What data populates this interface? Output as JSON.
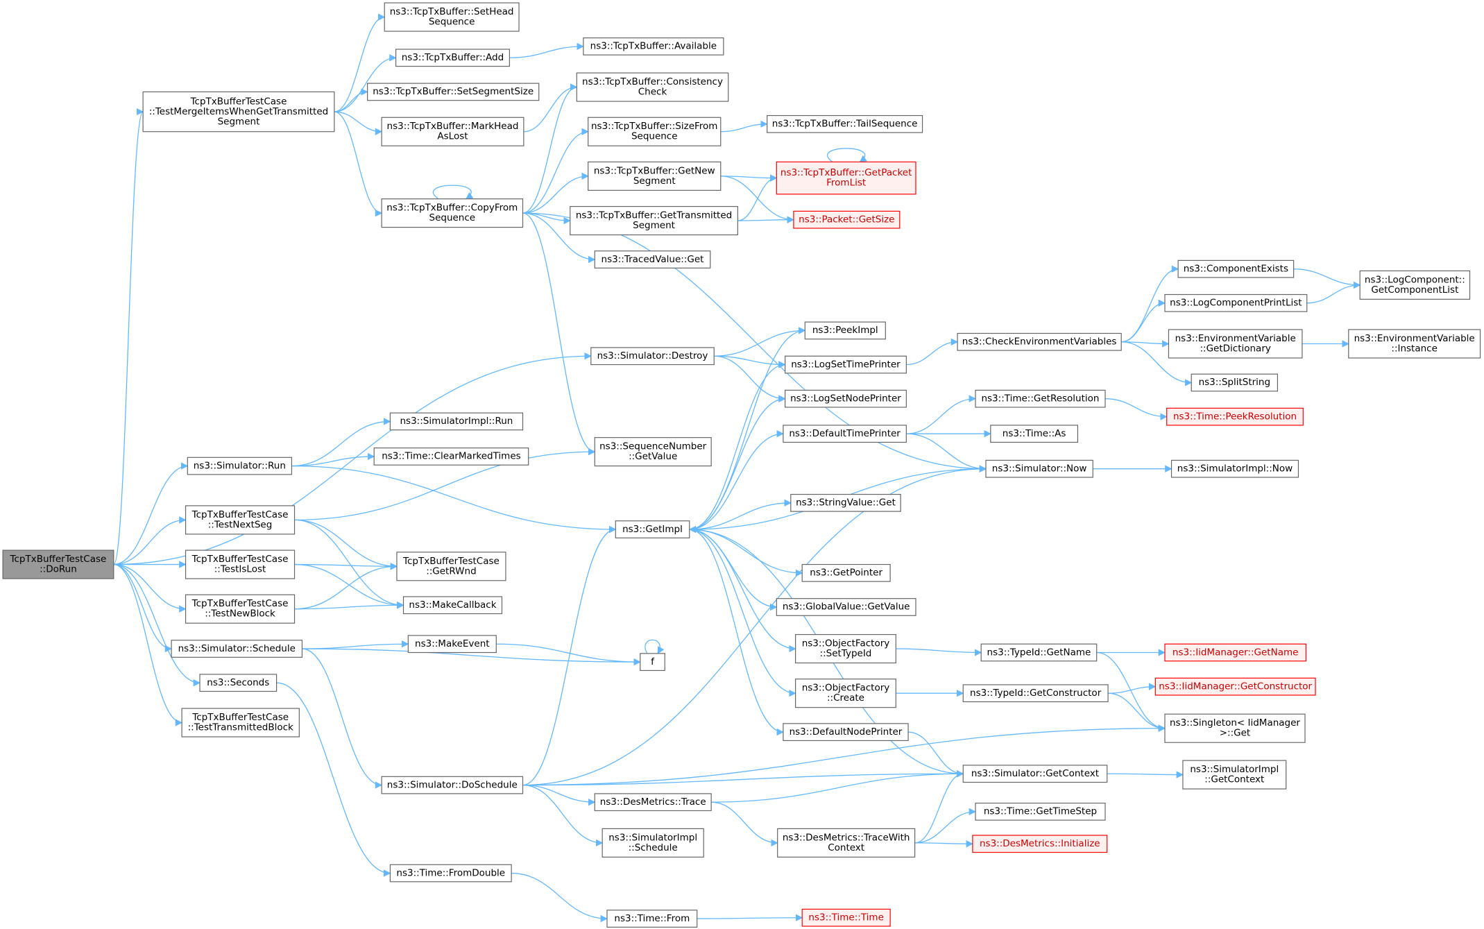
{
  "colors": {
    "edge": "#63b8ff",
    "node_border": "#666666",
    "root_fill": "#999999",
    "truncated_border": "#ff0000",
    "truncated_fill": "#fff0f0"
  },
  "nodes": [
    {
      "id": "root",
      "lines": [
        "TcpTxBufferTestCase",
        "::DoRun"
      ],
      "style": "root"
    },
    {
      "id": "tmerge",
      "lines": [
        "TcpTxBufferTestCase",
        "::TestMergeItemsWhenGetTransmitted",
        "Segment"
      ]
    },
    {
      "id": "run",
      "lines": [
        "ns3::Simulator::Run"
      ]
    },
    {
      "id": "tnext",
      "lines": [
        "TcpTxBufferTestCase",
        "::TestNextSeg"
      ]
    },
    {
      "id": "tislost",
      "lines": [
        "TcpTxBufferTestCase",
        "::TestIsLost"
      ]
    },
    {
      "id": "tnewblock",
      "lines": [
        "TcpTxBufferTestCase",
        "::TestNewBlock"
      ]
    },
    {
      "id": "schedule",
      "lines": [
        "ns3::Simulator::Schedule"
      ]
    },
    {
      "id": "seconds",
      "lines": [
        "ns3::Seconds"
      ]
    },
    {
      "id": "ttrans",
      "lines": [
        "TcpTxBufferTestCase",
        "::TestTransmittedBlock"
      ]
    },
    {
      "id": "sethead",
      "lines": [
        "ns3::TcpTxBuffer::SetHead",
        "Sequence"
      ]
    },
    {
      "id": "add",
      "lines": [
        "ns3::TcpTxBuffer::Add"
      ]
    },
    {
      "id": "setseg",
      "lines": [
        "ns3::TcpTxBuffer::SetSegmentSize"
      ]
    },
    {
      "id": "markhead",
      "lines": [
        "ns3::TcpTxBuffer::MarkHead",
        "AsLost"
      ]
    },
    {
      "id": "copyfrom",
      "lines": [
        "ns3::TcpTxBuffer::CopyFrom",
        "Sequence"
      ]
    },
    {
      "id": "simimplrun",
      "lines": [
        "ns3::SimulatorImpl::Run"
      ]
    },
    {
      "id": "clearmarked",
      "lines": [
        "ns3::Time::ClearMarkedTimes"
      ]
    },
    {
      "id": "getrwnd",
      "lines": [
        "TcpTxBufferTestCase",
        "::GetRWnd"
      ]
    },
    {
      "id": "makecallback",
      "lines": [
        "ns3::MakeCallback"
      ]
    },
    {
      "id": "makeevent",
      "lines": [
        "ns3::MakeEvent"
      ]
    },
    {
      "id": "doschedule",
      "lines": [
        "ns3::Simulator::DoSchedule"
      ]
    },
    {
      "id": "fromdouble",
      "lines": [
        "ns3::Time::FromDouble"
      ]
    },
    {
      "id": "available",
      "lines": [
        "ns3::TcpTxBuffer::Available"
      ]
    },
    {
      "id": "consistency",
      "lines": [
        "ns3::TcpTxBuffer::Consistency",
        "Check"
      ]
    },
    {
      "id": "sizefrom",
      "lines": [
        "ns3::TcpTxBuffer::SizeFrom",
        "Sequence"
      ]
    },
    {
      "id": "getnew",
      "lines": [
        "ns3::TcpTxBuffer::GetNew",
        "Segment"
      ]
    },
    {
      "id": "gettrans",
      "lines": [
        "ns3::TcpTxBuffer::GetTransmitted",
        "Segment"
      ]
    },
    {
      "id": "tracedget",
      "lines": [
        "ns3::TracedValue::Get"
      ]
    },
    {
      "id": "destroy",
      "lines": [
        "ns3::Simulator::Destroy"
      ]
    },
    {
      "id": "seqgetvalue",
      "lines": [
        "ns3::SequenceNumber",
        "::GetValue"
      ]
    },
    {
      "id": "getimpl",
      "lines": [
        "ns3::GetImpl"
      ]
    },
    {
      "id": "f",
      "lines": [
        "f"
      ]
    },
    {
      "id": "destrace",
      "lines": [
        "ns3::DesMetrics::Trace"
      ]
    },
    {
      "id": "simimplsched",
      "lines": [
        "ns3::SimulatorImpl",
        "::Schedule"
      ]
    },
    {
      "id": "timefrom",
      "lines": [
        "ns3::Time::From"
      ]
    },
    {
      "id": "tailseq",
      "lines": [
        "ns3::TcpTxBuffer::TailSequence"
      ]
    },
    {
      "id": "getpacket",
      "lines": [
        "ns3::TcpTxBuffer::GetPacket",
        "FromList"
      ],
      "style": "trunc"
    },
    {
      "id": "pktsize",
      "lines": [
        "ns3::Packet::GetSize"
      ],
      "style": "trunc"
    },
    {
      "id": "peekimpl",
      "lines": [
        "ns3::PeekImpl"
      ]
    },
    {
      "id": "logtime",
      "lines": [
        "ns3::LogSetTimePrinter"
      ]
    },
    {
      "id": "lognode",
      "lines": [
        "ns3::LogSetNodePrinter"
      ]
    },
    {
      "id": "deftime",
      "lines": [
        "ns3::DefaultTimePrinter"
      ]
    },
    {
      "id": "strget",
      "lines": [
        "ns3::StringValue::Get"
      ]
    },
    {
      "id": "getpointer",
      "lines": [
        "ns3::GetPointer"
      ]
    },
    {
      "id": "globalget",
      "lines": [
        "ns3::GlobalValue::GetValue"
      ]
    },
    {
      "id": "ofsettype",
      "lines": [
        "ns3::ObjectFactory",
        "::SetTypeId"
      ]
    },
    {
      "id": "ofcreate",
      "lines": [
        "ns3::ObjectFactory",
        "::Create"
      ]
    },
    {
      "id": "defnode",
      "lines": [
        "ns3::DefaultNodePrinter"
      ]
    },
    {
      "id": "tracewith",
      "lines": [
        "ns3::DesMetrics::TraceWith",
        "Context"
      ]
    },
    {
      "id": "timetime",
      "lines": [
        "ns3::Time::Time"
      ],
      "style": "trunc"
    },
    {
      "id": "checkenv",
      "lines": [
        "ns3::CheckEnvironmentVariables"
      ]
    },
    {
      "id": "getres",
      "lines": [
        "ns3::Time::GetResolution"
      ]
    },
    {
      "id": "timeas",
      "lines": [
        "ns3::Time::As"
      ]
    },
    {
      "id": "simnow",
      "lines": [
        "ns3::Simulator::Now"
      ]
    },
    {
      "id": "tgetname",
      "lines": [
        "ns3::TypeId::GetName"
      ]
    },
    {
      "id": "tgetctor",
      "lines": [
        "ns3::TypeId::GetConstructor"
      ]
    },
    {
      "id": "simctx",
      "lines": [
        "ns3::Simulator::GetContext"
      ]
    },
    {
      "id": "timestep",
      "lines": [
        "ns3::Time::GetTimeStep"
      ]
    },
    {
      "id": "desinit",
      "lines": [
        "ns3::DesMetrics::Initialize"
      ],
      "style": "trunc"
    },
    {
      "id": "compexists",
      "lines": [
        "ns3::ComponentExists"
      ]
    },
    {
      "id": "logprint",
      "lines": [
        "ns3::LogComponentPrintList"
      ]
    },
    {
      "id": "envdict",
      "lines": [
        "ns3::EnvironmentVariable",
        "::GetDictionary"
      ]
    },
    {
      "id": "splitstr",
      "lines": [
        "ns3::SplitString"
      ]
    },
    {
      "id": "peekres",
      "lines": [
        "ns3::Time::PeekResolution"
      ],
      "style": "trunc"
    },
    {
      "id": "implnow",
      "lines": [
        "ns3::SimulatorImpl::Now"
      ]
    },
    {
      "id": "iidname",
      "lines": [
        "ns3::IidManager::GetName"
      ],
      "style": "trunc"
    },
    {
      "id": "iidctor",
      "lines": [
        "ns3::IidManager::GetConstructor"
      ],
      "style": "trunc"
    },
    {
      "id": "singleton",
      "lines": [
        "ns3::Singleton< IidManager",
        " >::Get"
      ]
    },
    {
      "id": "implctx",
      "lines": [
        "ns3::SimulatorImpl",
        "::GetContext"
      ]
    },
    {
      "id": "loglist",
      "lines": [
        "ns3::LogComponent::",
        "GetComponentList"
      ]
    },
    {
      "id": "envinst",
      "lines": [
        "ns3::EnvironmentVariable",
        "::Instance"
      ]
    }
  ],
  "edges": [
    [
      "root",
      "tmerge"
    ],
    [
      "root",
      "run"
    ],
    [
      "root",
      "tnext"
    ],
    [
      "root",
      "tislost"
    ],
    [
      "root",
      "tnewblock"
    ],
    [
      "root",
      "schedule"
    ],
    [
      "root",
      "seconds"
    ],
    [
      "root",
      "ttrans"
    ],
    [
      "root",
      "destroy"
    ],
    [
      "tmerge",
      "sethead"
    ],
    [
      "tmerge",
      "add"
    ],
    [
      "tmerge",
      "setseg"
    ],
    [
      "tmerge",
      "markhead"
    ],
    [
      "tmerge",
      "copyfrom"
    ],
    [
      "add",
      "available"
    ],
    [
      "markhead",
      "consistency"
    ],
    [
      "copyfrom",
      "copyfrom"
    ],
    [
      "copyfrom",
      "consistency"
    ],
    [
      "copyfrom",
      "sizefrom"
    ],
    [
      "copyfrom",
      "getnew"
    ],
    [
      "copyfrom",
      "gettrans"
    ],
    [
      "copyfrom",
      "tracedget"
    ],
    [
      "copyfrom",
      "seqgetvalue"
    ],
    [
      "copyfrom",
      "simnow"
    ],
    [
      "sizefrom",
      "tailseq"
    ],
    [
      "getnew",
      "getpacket"
    ],
    [
      "getnew",
      "pktsize"
    ],
    [
      "gettrans",
      "getpacket"
    ],
    [
      "gettrans",
      "pktsize"
    ],
    [
      "getpacket",
      "getpacket"
    ],
    [
      "run",
      "simimplrun"
    ],
    [
      "run",
      "clearmarked"
    ],
    [
      "run",
      "getimpl"
    ],
    [
      "tnext",
      "seqgetvalue"
    ],
    [
      "tnext",
      "getrwnd"
    ],
    [
      "tnext",
      "makecallback"
    ],
    [
      "tislost",
      "getrwnd"
    ],
    [
      "tislost",
      "makecallback"
    ],
    [
      "tnewblock",
      "getrwnd"
    ],
    [
      "tnewblock",
      "makecallback"
    ],
    [
      "schedule",
      "makeevent"
    ],
    [
      "schedule",
      "f"
    ],
    [
      "schedule",
      "doschedule"
    ],
    [
      "makeevent",
      "f"
    ],
    [
      "f",
      "f"
    ],
    [
      "seconds",
      "fromdouble"
    ],
    [
      "fromdouble",
      "timefrom"
    ],
    [
      "timefrom",
      "timetime"
    ],
    [
      "destroy",
      "peekimpl"
    ],
    [
      "destroy",
      "logtime"
    ],
    [
      "destroy",
      "lognode"
    ],
    [
      "doschedule",
      "getimpl"
    ],
    [
      "doschedule",
      "destrace"
    ],
    [
      "doschedule",
      "simimplsched"
    ],
    [
      "doschedule",
      "simnow"
    ],
    [
      "doschedule",
      "simctx"
    ],
    [
      "doschedule",
      "singleton"
    ],
    [
      "getimpl",
      "peekimpl"
    ],
    [
      "getimpl",
      "logtime"
    ],
    [
      "getimpl",
      "lognode"
    ],
    [
      "getimpl",
      "deftime"
    ],
    [
      "getimpl",
      "simnow"
    ],
    [
      "getimpl",
      "strget"
    ],
    [
      "getimpl",
      "getpointer"
    ],
    [
      "getimpl",
      "globalget"
    ],
    [
      "getimpl",
      "ofsettype"
    ],
    [
      "getimpl",
      "ofcreate"
    ],
    [
      "getimpl",
      "defnode"
    ],
    [
      "logtime",
      "checkenv"
    ],
    [
      "checkenv",
      "compexists"
    ],
    [
      "checkenv",
      "logprint"
    ],
    [
      "checkenv",
      "envdict"
    ],
    [
      "checkenv",
      "splitstr"
    ],
    [
      "compexists",
      "loglist"
    ],
    [
      "logprint",
      "loglist"
    ],
    [
      "envdict",
      "envinst"
    ],
    [
      "deftime",
      "getres"
    ],
    [
      "deftime",
      "timeas"
    ],
    [
      "deftime",
      "simnow"
    ],
    [
      "getres",
      "peekres"
    ],
    [
      "simnow",
      "implnow"
    ],
    [
      "ofsettype",
      "tgetname"
    ],
    [
      "tgetname",
      "iidname"
    ],
    [
      "tgetname",
      "singleton"
    ],
    [
      "ofcreate",
      "tgetctor"
    ],
    [
      "tgetctor",
      "iidctor"
    ],
    [
      "tgetctor",
      "singleton"
    ],
    [
      "defnode",
      "simctx"
    ],
    [
      "simctx",
      "getimpl"
    ],
    [
      "simctx",
      "implctx"
    ],
    [
      "destrace",
      "simctx"
    ],
    [
      "destrace",
      "tracewith"
    ],
    [
      "tracewith",
      "simctx"
    ],
    [
      "tracewith",
      "timestep"
    ],
    [
      "tracewith",
      "desinit"
    ]
  ]
}
